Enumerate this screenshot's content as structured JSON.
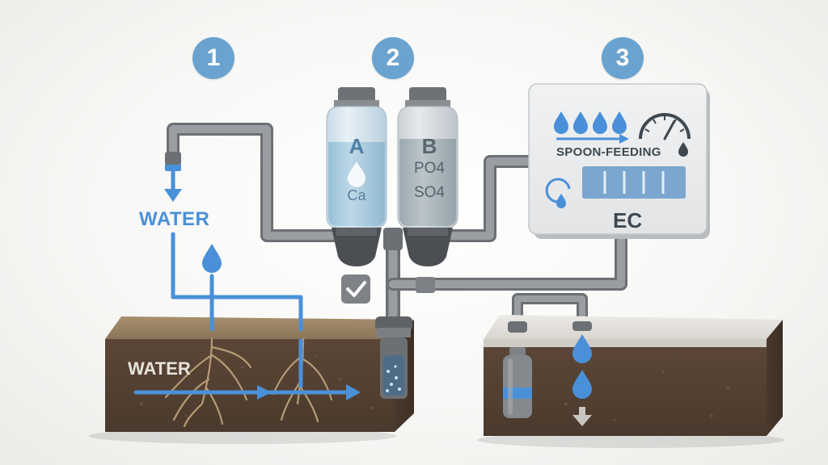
{
  "steps": [
    "1",
    "2",
    "3"
  ],
  "labels": {
    "water_top": "WATER",
    "water_soil": "WATER",
    "tank_a_letter": "A",
    "tank_a_sub": "Ca",
    "tank_b_letter": "B",
    "tank_b_sub1": "PO4",
    "tank_b_sub2": "SO4",
    "panel_title": "SPOON-FEEDING",
    "panel_ec": "EC"
  },
  "colors": {
    "accent_blue": "#4a90d9",
    "step_badge": "#6aa3cf",
    "pipe_gray": "#8a8e92",
    "soil_brown": "#5a4535",
    "panel_bg": "#ecedef"
  },
  "icons": [
    "drop-icon",
    "arrow-icon",
    "gauge-icon",
    "checkmark-icon",
    "down-arrow-icon",
    "root-icon"
  ]
}
